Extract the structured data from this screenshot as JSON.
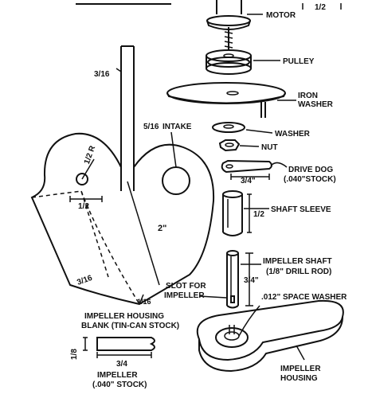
{
  "labels": {
    "motor": "MOTOR",
    "pulley": "PULLEY",
    "iron_washer_1": "IRON",
    "iron_washer_2": "WASHER",
    "washer": "WASHER",
    "nut": "NUT",
    "drive_dog_1": "DRIVE DOG",
    "drive_dog_2": "(.040\"STOCK)",
    "shaft_sleeve": "SHAFT SLEEVE",
    "impeller_shaft_1": "IMPELLER SHAFT",
    "impeller_shaft_2": "(1/8\" DRILL ROD)",
    "space_washer": ".012\" SPACE WASHER",
    "intake": "INTAKE",
    "slot_1": "SLOT FOR",
    "slot_2": "IMPELLER",
    "housing_blank_1": "IMPELLER HOUSING",
    "housing_blank_2": "BLANK (TIN-CAN STOCK)",
    "impeller_1": "IMPELLER",
    "impeller_2": "(.040\" STOCK)",
    "impeller_housing_1": "IMPELLER",
    "impeller_housing_2": "HOUSING"
  },
  "dimensions": {
    "top_half": "1/2",
    "post_width": "3/16",
    "intake_dia": "5/16",
    "radius": "1/2 R",
    "half_inch": "1/2",
    "length_2in": "2\"",
    "flap_3_16": "3/16",
    "slot_1_16": "1/16",
    "dog_3_4": "3/4\"",
    "sleeve_1_2": "1/2",
    "shaft_3_4": "3/4\"",
    "impeller_3_4": "3/4",
    "impeller_1_8": "1/8"
  }
}
